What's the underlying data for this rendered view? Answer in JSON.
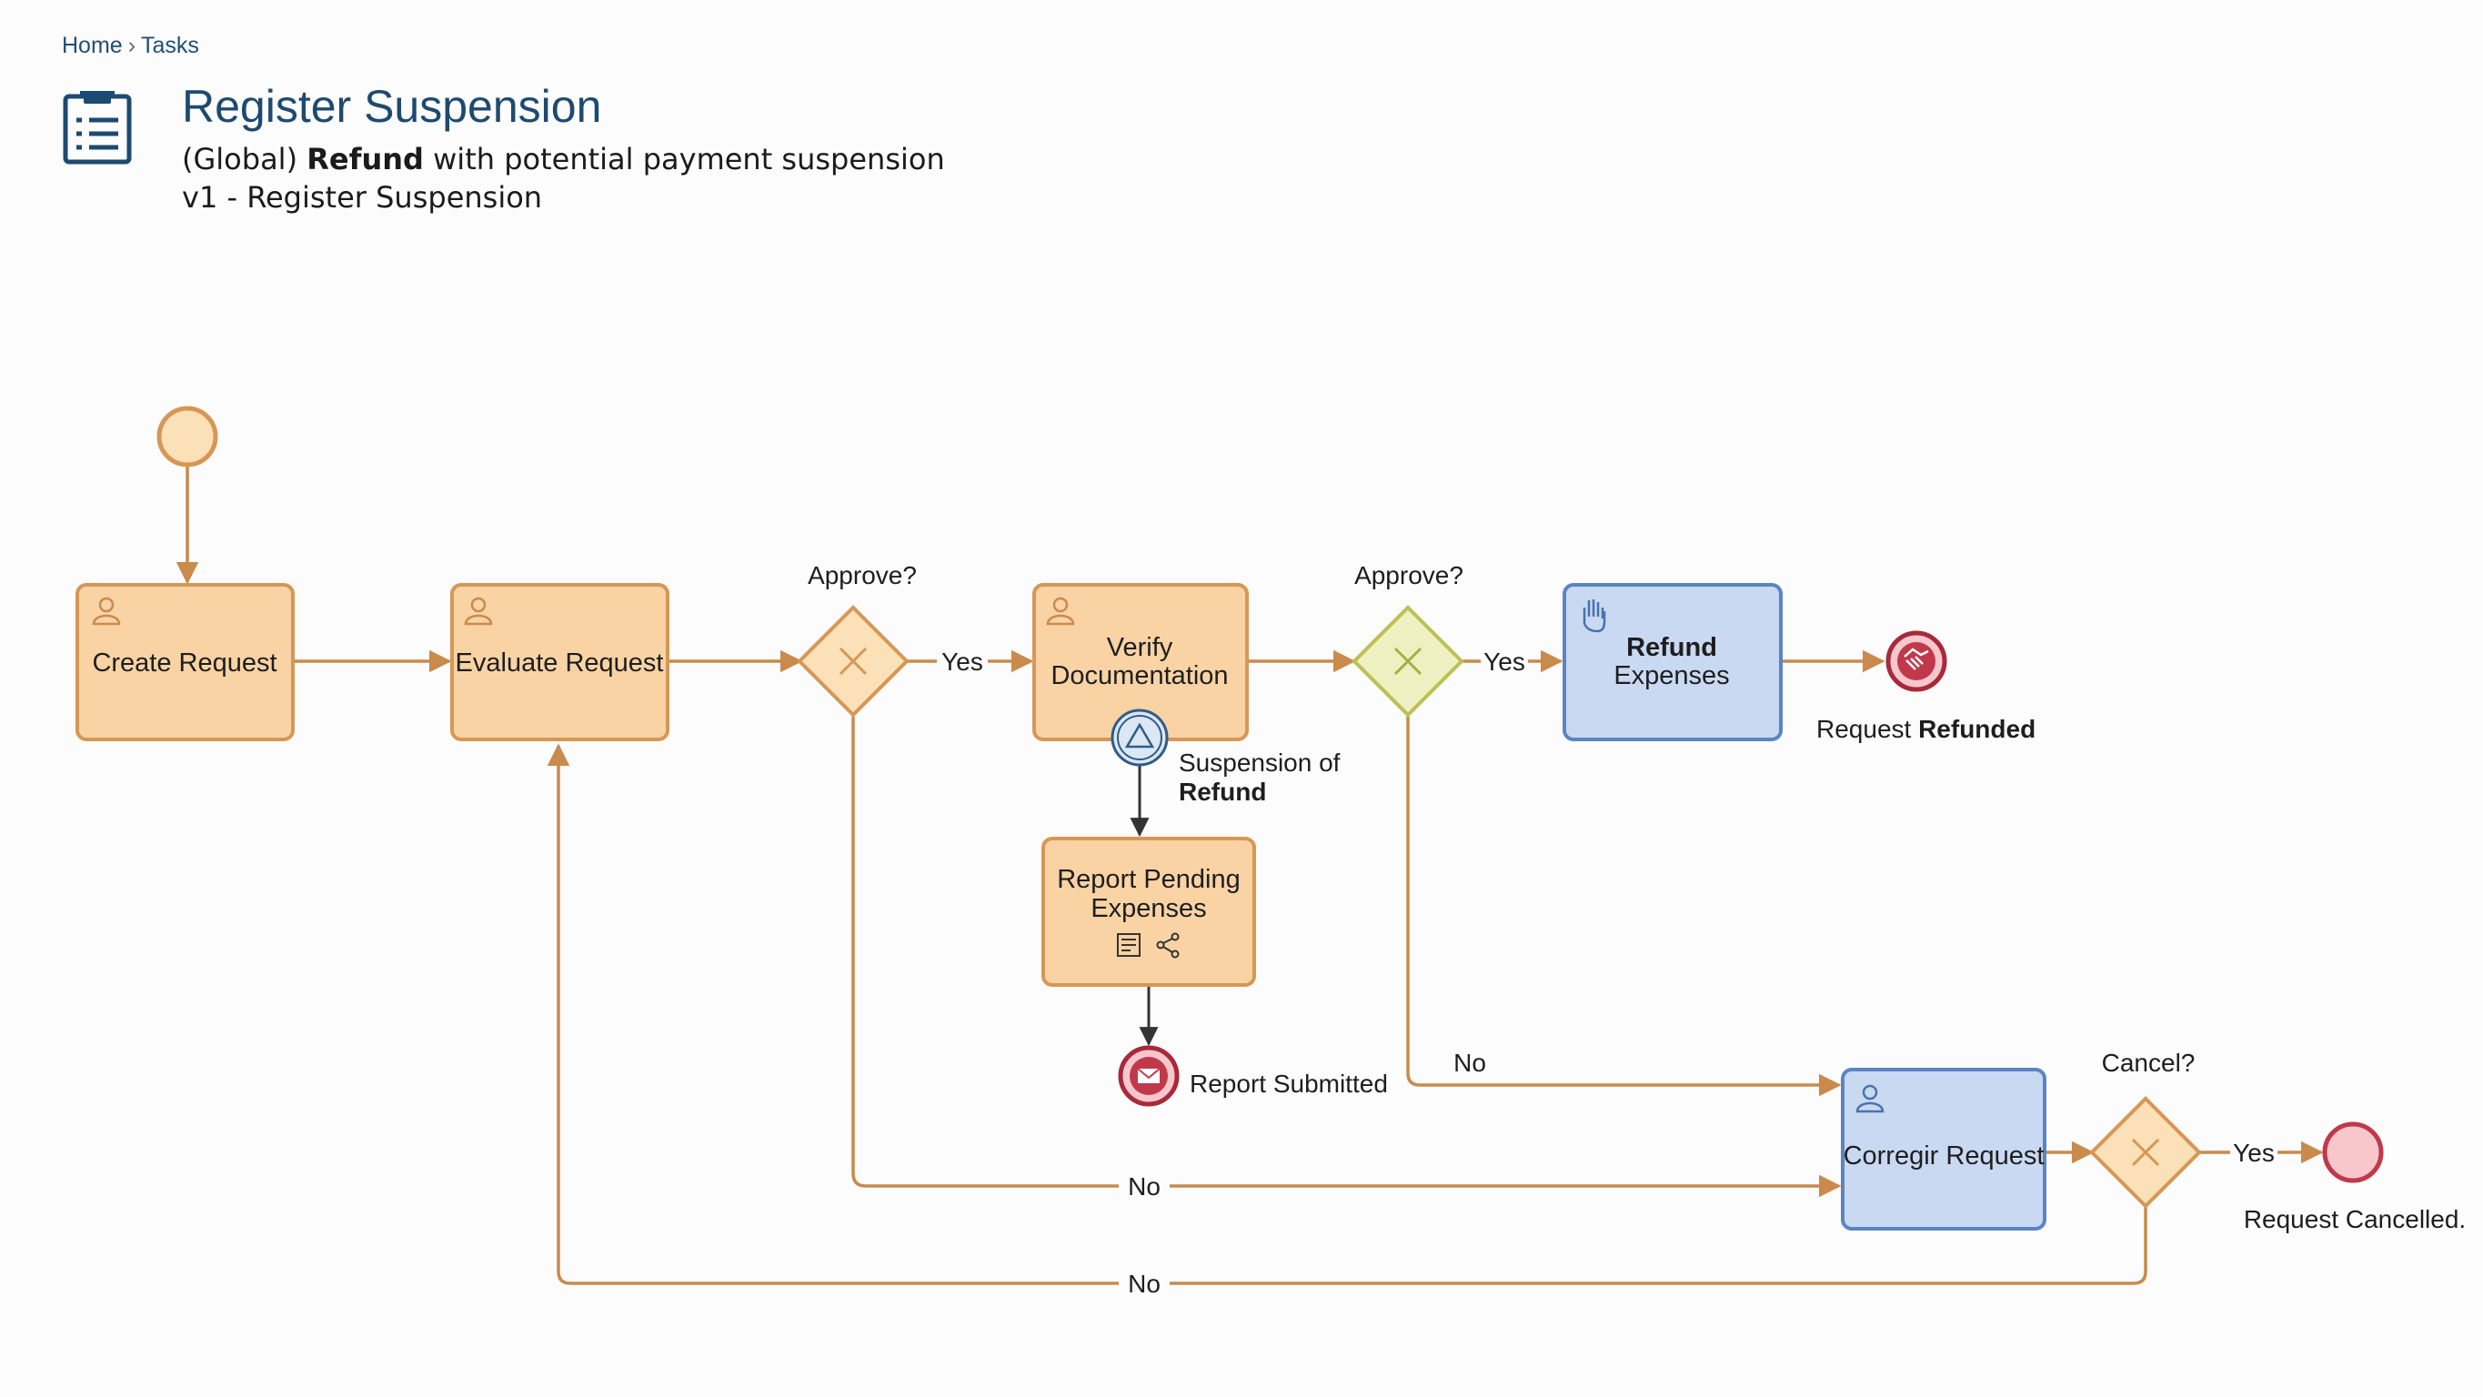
{
  "breadcrumb": {
    "home": "Home",
    "separator": "›",
    "current": "Tasks"
  },
  "header": {
    "icon": "clipboard-list-icon",
    "title": "Register Suspension",
    "subtitle_prefix": "(Global) ",
    "subtitle_bold": "Refund",
    "subtitle_rest": " with potential payment suspension v1 - Register Suspension"
  },
  "colors": {
    "task_fill": "#f9d3a4",
    "task_stroke": "#d69756",
    "blue_fill": "#c9d9f2",
    "blue_stroke": "#5a85c2",
    "gateway_fill": "#fbe0b8",
    "gateway_stroke": "#d69756",
    "gateway_green_fill": "#eef0c2",
    "gateway_green_stroke": "#bcc055",
    "flow": "#c98a4c",
    "end_fill": "#f7c7cc",
    "end_stroke": "#c0394b"
  },
  "diagram": {
    "tasks": {
      "create_request": "Create Request",
      "evaluate_request": "Evaluate Request",
      "verify_documentation_1": "Verify",
      "verify_documentation_2": "Documentation",
      "refund_expenses_1": "Refund",
      "refund_expenses_2": "Expenses",
      "report_pending_1": "Report Pending",
      "report_pending_2": "Expenses",
      "corregir_request": "Corregir Request"
    },
    "gateways": {
      "approve_1": "Approve?",
      "approve_2": "Approve?",
      "cancel": "Cancel?"
    },
    "events": {
      "suspension_1": "Suspension of",
      "suspension_2": "Refund",
      "request_refunded_prefix": "Request ",
      "request_refunded_bold": "Refunded",
      "report_submitted": "Report Submitted",
      "request_cancelled": "Request Cancelled."
    },
    "flows": {
      "yes_1": "Yes",
      "yes_2": "Yes",
      "yes_3": "Yes",
      "no_1": "No",
      "no_2": "No",
      "no_3": "No"
    }
  }
}
